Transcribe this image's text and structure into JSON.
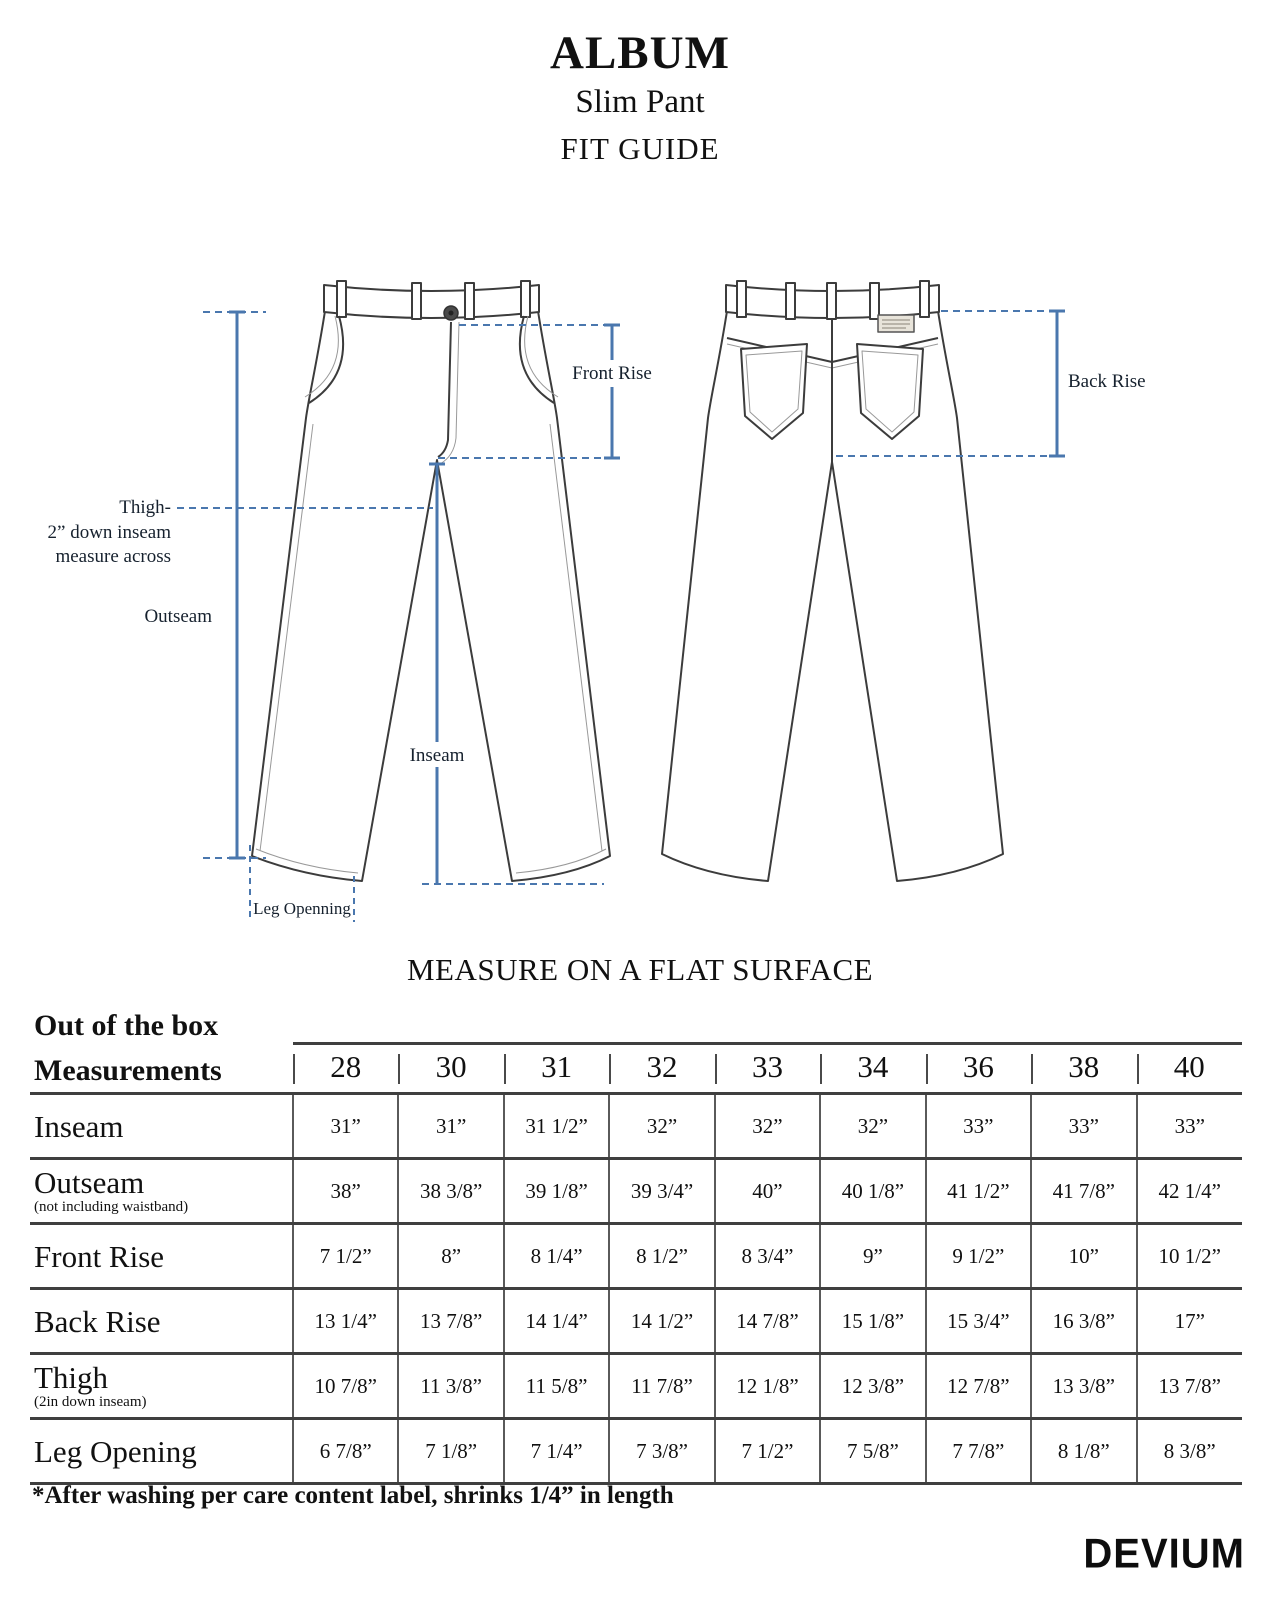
{
  "title": {
    "brand_line": "ALBUM",
    "product_line": "Slim Pant",
    "guide_line": "FIT GUIDE"
  },
  "diagram": {
    "accent_color": "#4a77ae",
    "labels": {
      "front_rise": "Front Rise",
      "back_rise": "Back Rise",
      "thigh_line1": "Thigh-",
      "thigh_line2": "2” down inseam",
      "thigh_line3": "measure across",
      "outseam": "Outseam",
      "inseam": "Inseam",
      "leg_opening": "Leg Openning"
    }
  },
  "measure_note": "MEASURE ON A FLAT SURFACE",
  "table": {
    "heading": "Out of the box",
    "measurements_label": "Measurements",
    "sizes": [
      "28",
      "30",
      "31",
      "32",
      "33",
      "34",
      "36",
      "38",
      "40"
    ],
    "rows": [
      {
        "label": "Inseam",
        "sub": "",
        "values": [
          "31”",
          "31”",
          "31 1/2”",
          "32”",
          "32”",
          "32”",
          "33”",
          "33”",
          "33”"
        ]
      },
      {
        "label": "Outseam",
        "sub": "(not including waistband)",
        "values": [
          "38”",
          "38 3/8”",
          "39 1/8”",
          "39 3/4”",
          "40”",
          "40 1/8”",
          "41 1/2”",
          "41 7/8”",
          "42 1/4”"
        ]
      },
      {
        "label": "Front Rise",
        "sub": "",
        "values": [
          "7 1/2”",
          "8”",
          "8 1/4”",
          "8 1/2”",
          "8 3/4”",
          "9”",
          "9 1/2”",
          "10”",
          "10 1/2”"
        ]
      },
      {
        "label": "Back Rise",
        "sub": "",
        "values": [
          "13 1/4”",
          "13 7/8”",
          "14 1/4”",
          "14 1/2”",
          "14 7/8”",
          "15 1/8”",
          "15 3/4”",
          "16 3/8”",
          "17”"
        ]
      },
      {
        "label": "Thigh",
        "sub": "(2in down inseam)",
        "values": [
          "10 7/8”",
          "11 3/8”",
          "11 5/8”",
          "11 7/8”",
          "12 1/8”",
          "12 3/8”",
          "12 7/8”",
          "13 3/8”",
          "13 7/8”"
        ]
      },
      {
        "label": "Leg Opening",
        "sub": "",
        "values": [
          "6 7/8”",
          "7 1/8”",
          "7 1/4”",
          "7 3/8”",
          "7 1/2”",
          "7 5/8”",
          "7 7/8”",
          "8 1/8”",
          "8 3/8”"
        ]
      }
    ]
  },
  "footnote": "*After washing per care content label, shrinks 1/4” in length",
  "logo": "DEVIUM"
}
